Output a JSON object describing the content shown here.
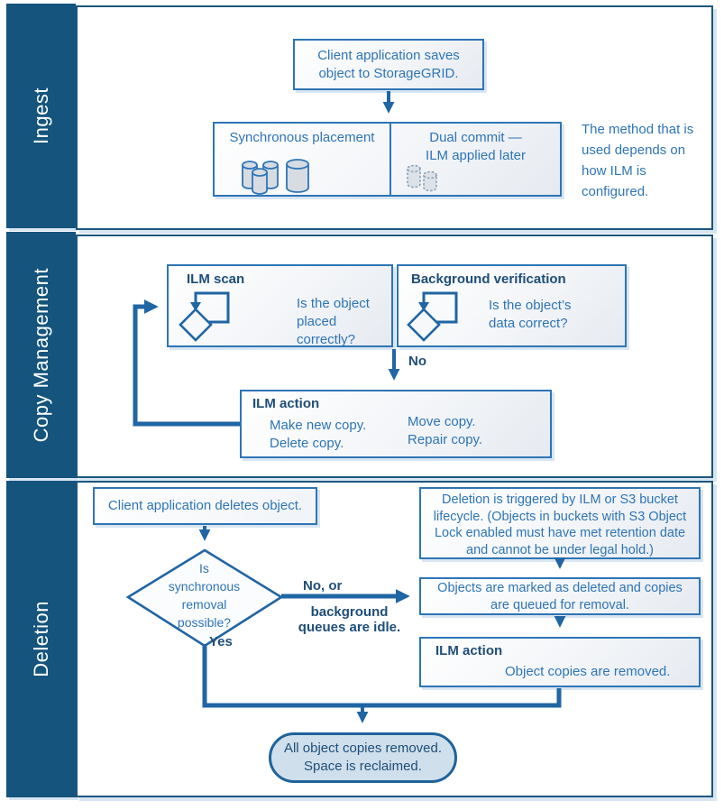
{
  "colors": {
    "lane_bg": "#15547c",
    "connector_line": "#2065a4",
    "box_border": "#2e75b6",
    "title_text": "#1f4e79",
    "body_text": "#2e75b6",
    "terminator_fill": "#cfdfeb"
  },
  "lanes": [
    {
      "label": "Ingest"
    },
    {
      "label": "Copy Management"
    },
    {
      "label": "Deletion"
    }
  ],
  "ingest": {
    "client_box": "Client application saves\nobject to StorageGRID.",
    "sync_label": "Synchronous placement",
    "dual_label": "Dual commit —\nILM applied later",
    "note": "The method that is\nused depends on\nhow ILM is\nconfigured."
  },
  "copy_management": {
    "ilm_scan_title": "ILM scan",
    "ilm_scan_question": "Is the object\nplaced correctly?",
    "verification_title": "Background verification",
    "verification_question": "Is the object’s\ndata correct?",
    "no_label": "No",
    "ilm_action_title": "ILM action",
    "actions_col1": "Make new copy.\nDelete copy.",
    "actions_col2": "Move copy.\nRepair copy."
  },
  "deletion": {
    "client_box": "Client application deletes object.",
    "decision_question": "Is\nsynchronous\nremoval\npossible?",
    "no_label": "No, or",
    "no_sublabel": "background\nqueues are idle.",
    "yes_label": "Yes",
    "trigger_box": "Deletion is triggered by ILM or  S3 bucket\nlifecycle. (Objects in buckets with S3 Object\nLock enabled must have met retention date\nand cannot be under legal hold.)",
    "marked_box": "Objects are marked as deleted and copies\nare queued for removal.",
    "ilm_action_title": "ILM action",
    "ilm_action_text": "Object copies are removed.",
    "terminator": "All object copies removed.\nSpace is reclaimed."
  }
}
